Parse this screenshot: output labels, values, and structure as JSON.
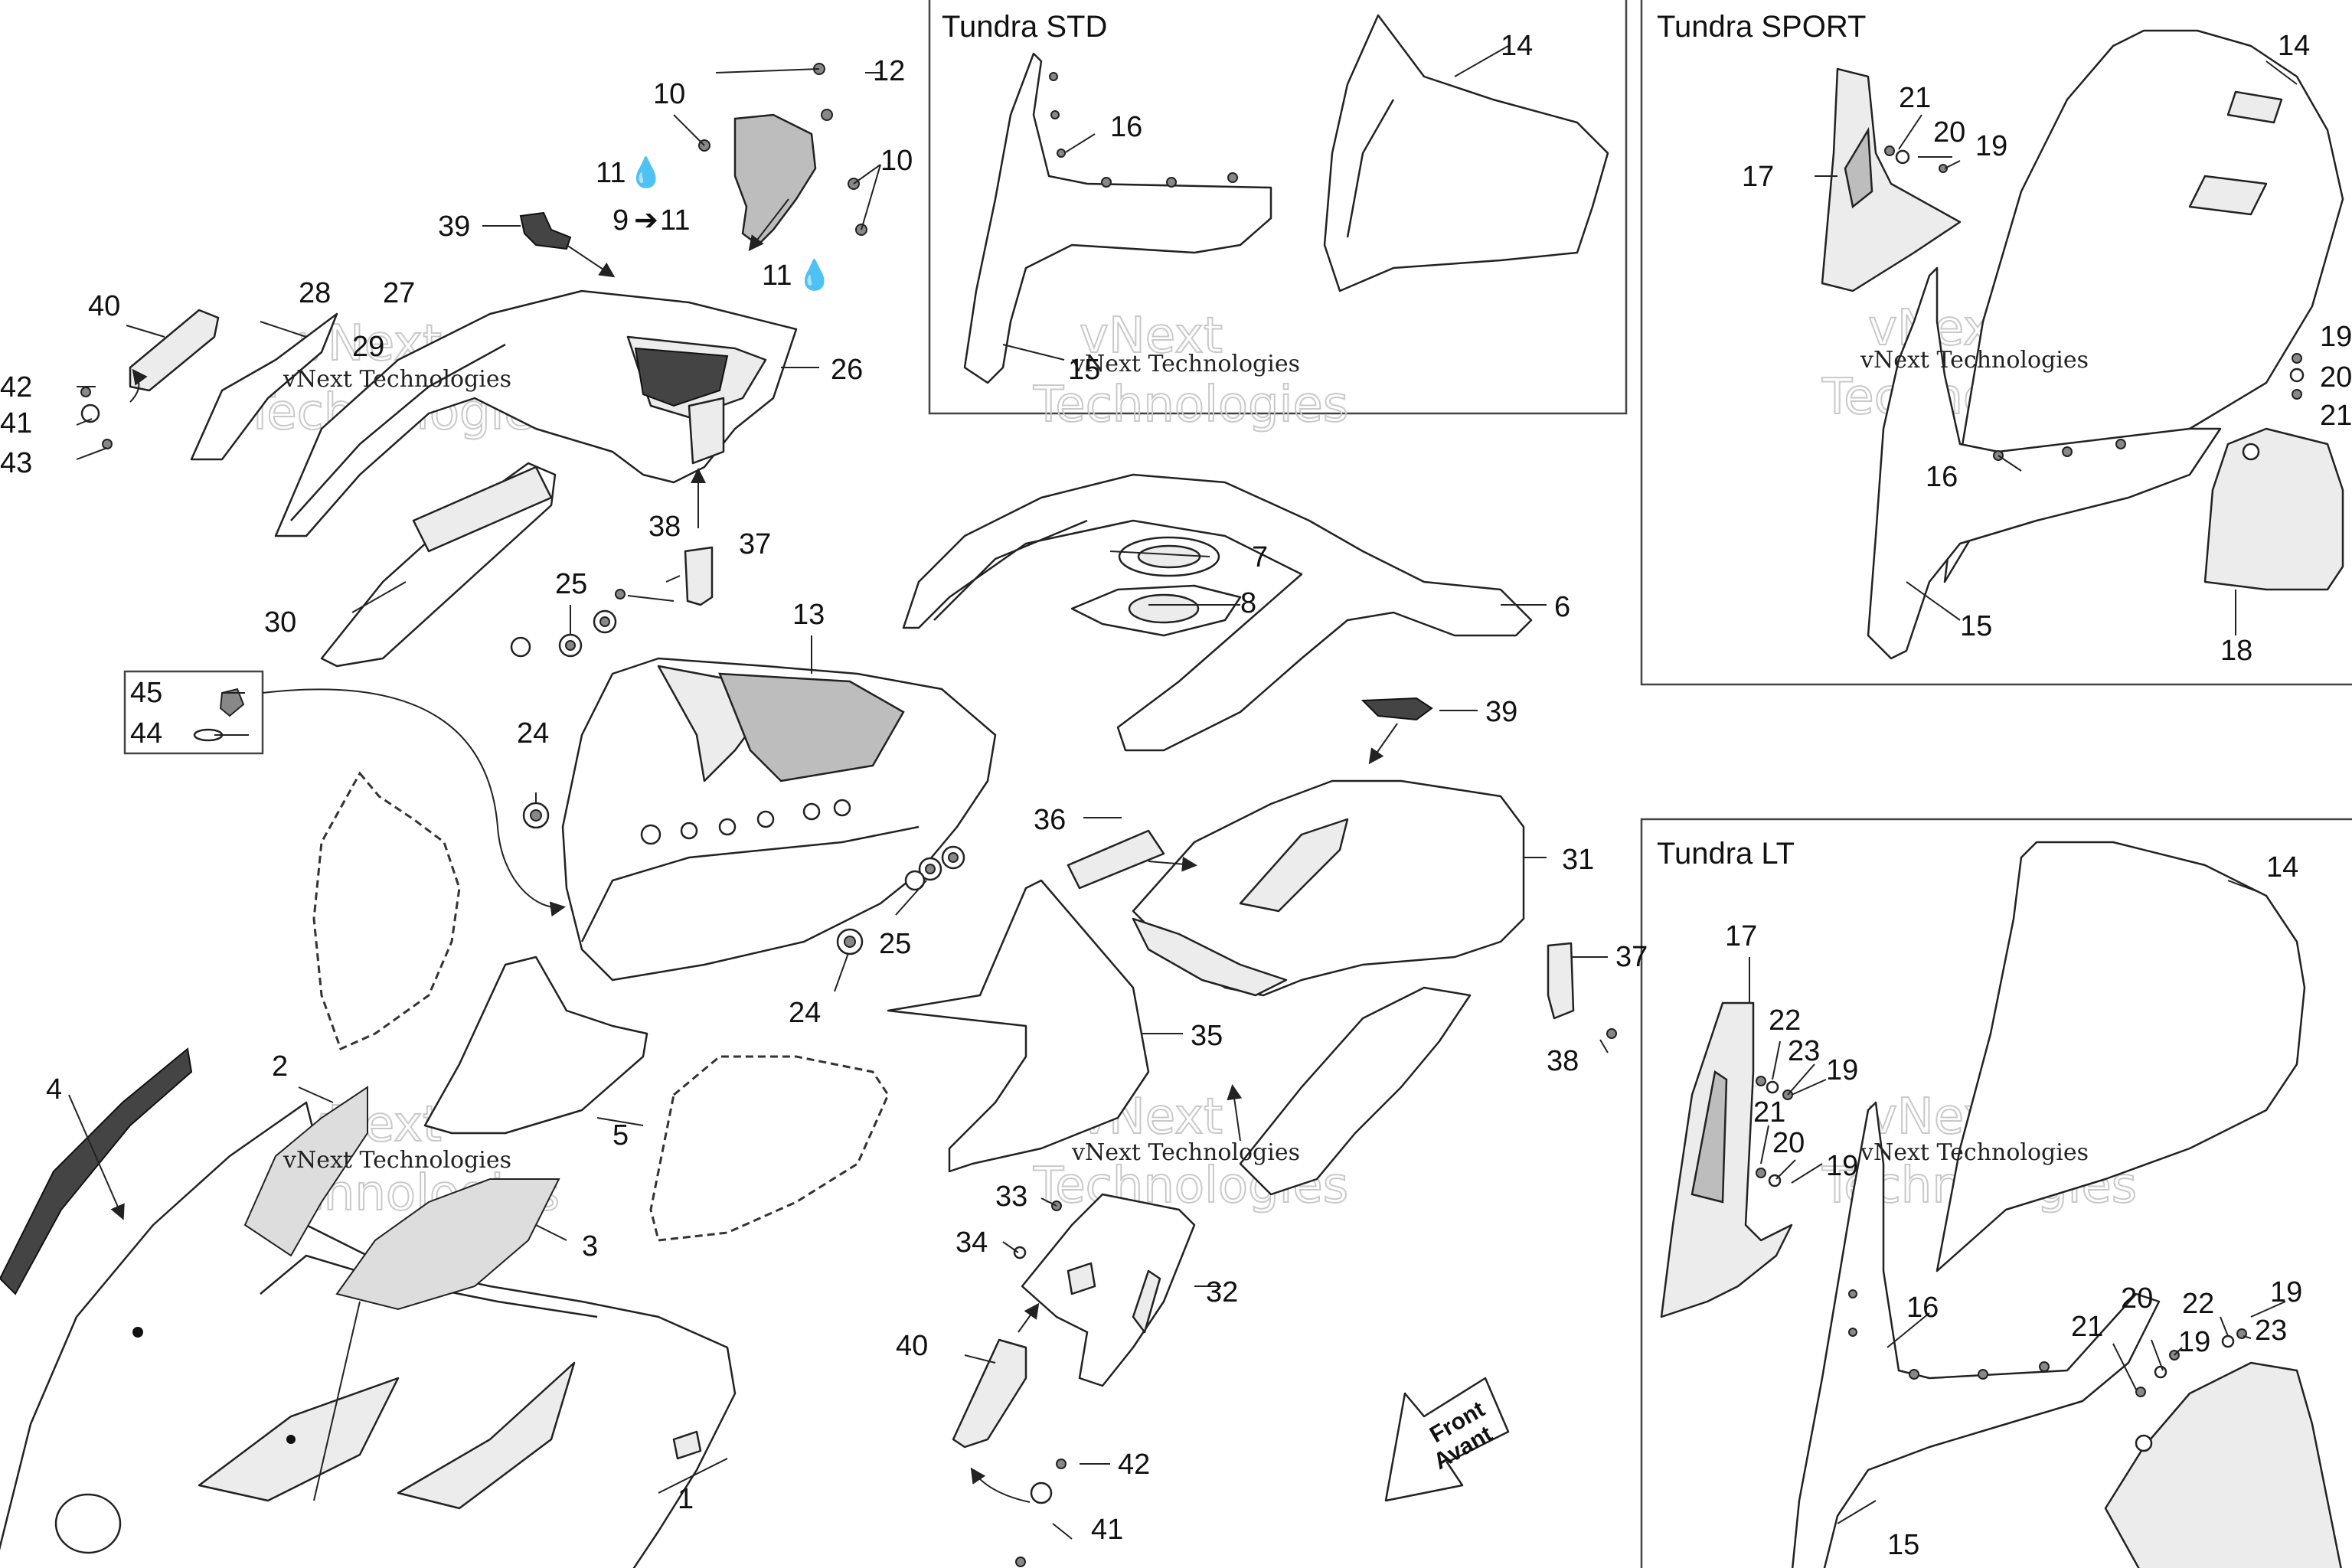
{
  "panels": {
    "std": {
      "title": "Tundra STD"
    },
    "sport": {
      "title": "Tundra SPORT"
    },
    "lt": {
      "title": "Tundra LT"
    }
  },
  "watermark": {
    "text": "vNext Technologies",
    "line1": "vNext",
    "line2": "Technologies"
  },
  "front_arrow": {
    "line1": "Front",
    "line2": "Avant"
  },
  "callouts": {
    "c1": "1",
    "c2": "2",
    "c3": "3",
    "c4": "4",
    "c5": "5",
    "c6": "6",
    "c7": "7",
    "c8": "8",
    "c9": "9",
    "c10a": "10",
    "c10b": "10",
    "c11a": "11",
    "c11b": "11",
    "c11c": "11",
    "c12": "12",
    "c13": "13",
    "c24a": "24",
    "c24b": "24",
    "c25a": "25",
    "c25b": "25",
    "c26": "26",
    "c27": "27",
    "c28": "28",
    "c29": "29",
    "c30": "30",
    "c31": "31",
    "c32": "32",
    "c33": "33",
    "c34": "34",
    "c35": "35",
    "c36": "36",
    "c37a": "37",
    "c37b": "37",
    "c38a": "38",
    "c38b": "38",
    "c39a": "39",
    "c39b": "39",
    "c40a": "40",
    "c40b": "40",
    "c41a": "41",
    "c41b": "41",
    "c42a": "42",
    "c42b": "42",
    "c43": "43",
    "c44": "44",
    "c45": "45",
    "std14": "14",
    "std15": "15",
    "std16": "16",
    "sp14": "14",
    "sp15": "15",
    "sp16": "16",
    "sp17": "17",
    "sp18": "18",
    "sp19a": "19",
    "sp19b": "19",
    "sp20a": "20",
    "sp20b": "20",
    "sp21a": "21",
    "sp21b": "21",
    "lt14": "14",
    "lt15": "15",
    "lt16": "16",
    "lt17": "17",
    "lt19a": "19",
    "lt19b": "19",
    "lt19c": "19",
    "lt19d": "19",
    "lt20a": "20",
    "lt20b": "20",
    "lt21a": "21",
    "lt21b": "21",
    "lt22a": "22",
    "lt22b": "22",
    "lt23a": "23",
    "lt23b": "23"
  }
}
